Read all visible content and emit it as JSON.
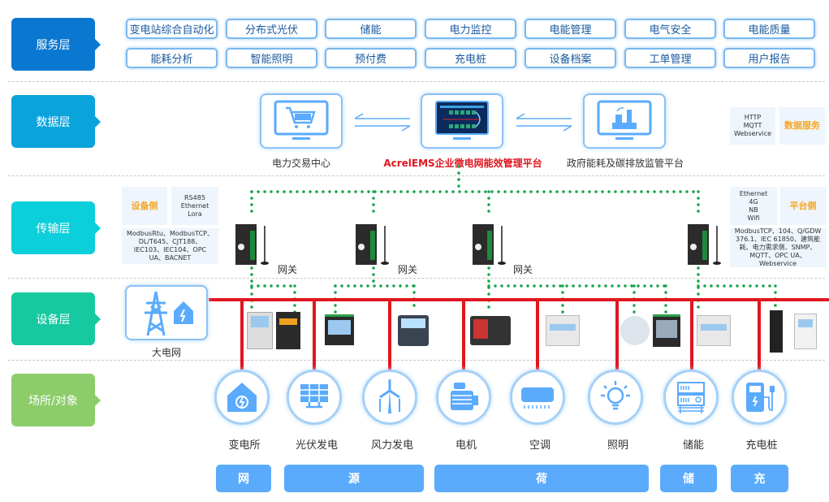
{
  "layers": [
    {
      "label": "服务层",
      "color": "#0a78d1"
    },
    {
      "label": "数据层",
      "color": "#0ba3dc"
    },
    {
      "label": "传输层",
      "color": "#0ccfdc"
    },
    {
      "label": "设备层",
      "color": "#17c9a0"
    },
    {
      "label": "场所/对象",
      "color": "#8ccd6a"
    }
  ],
  "services": {
    "row1": [
      "变电站综合自动化",
      "分布式光伏",
      "储能",
      "电力监控",
      "电能管理",
      "电气安全",
      "电能质量"
    ],
    "row2": [
      "能耗分析",
      "智能照明",
      "预付费",
      "充电桩",
      "设备档案",
      "工单管理",
      "用户报告"
    ]
  },
  "data_layer": {
    "left_platform": {
      "label": "电力交易中心",
      "icon": "shopping-cart-icon"
    },
    "center_platform": {
      "label": "AcrelEMS企业微电网能效管理平台",
      "icon": "dashboard-screen-icon",
      "color": "#e0161f"
    },
    "right_platform": {
      "label": "政府能耗及碳排放监管平台",
      "icon": "factory-icon"
    },
    "protocols": "HTTP\nMQTT\nWebservice",
    "service_label": "数据服务"
  },
  "transport_layer": {
    "device_side": {
      "title": "设备侧",
      "media": "RS485\nEthernet\nLora",
      "protocols": "ModbusRtu、ModbusTCP、DL/T645、CJT188、IEC103、IEC104、OPC UA、BACNET"
    },
    "platform_side": {
      "title": "平台侧",
      "media": "Ethernet\n4G\nNB\nWifi",
      "protocols": "ModbusTCP、104、Q/GDW 376.1、IEC 61850、建筑能耗、电力需求侧、SNMP、MQTT、OPC UA、Webservice"
    },
    "gateways": [
      {
        "label": "网关"
      },
      {
        "label": "网关"
      },
      {
        "label": "网关"
      },
      {
        "label": ""
      }
    ]
  },
  "device_layer": {
    "grid_label": "大电网",
    "bus_color": "#e0161f",
    "link_color": "#17a34a"
  },
  "sites": [
    {
      "label": "变电所",
      "icon": "substation-house-icon"
    },
    {
      "label": "光伏发电",
      "icon": "solar-panel-icon"
    },
    {
      "label": "风力发电",
      "icon": "wind-turbine-icon"
    },
    {
      "label": "电机",
      "icon": "motor-icon"
    },
    {
      "label": "空调",
      "icon": "air-conditioner-icon"
    },
    {
      "label": "照明",
      "icon": "light-bulb-icon"
    },
    {
      "label": "储能",
      "icon": "energy-storage-icon"
    },
    {
      "label": "充电桩",
      "icon": "charging-station-icon"
    }
  ],
  "categories": [
    "网",
    "源",
    "荷",
    "储",
    "充"
  ]
}
